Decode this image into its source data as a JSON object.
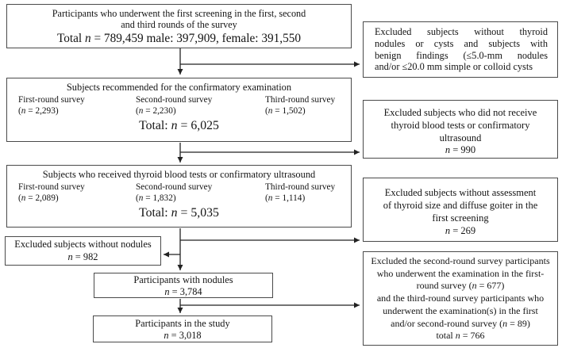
{
  "colors": {
    "background": "#ffffff",
    "box_border": "#4a4a4a",
    "arrow": "#222222",
    "text": "#141414"
  },
  "flow": {
    "box_screening": {
      "line1": "Participants who underwent the first screening in the first, second",
      "line2": "and third rounds of the survey",
      "total": "Total n = 789,459 male: 397,909, female: 391,550"
    },
    "box_recommended": {
      "title": "Subjects recommended for the confirmatory examination",
      "columns": [
        {
          "label": "First-round survey",
          "value": "(n = 2,293)"
        },
        {
          "label": "Second-round survey",
          "value": "(n = 2,230)"
        },
        {
          "label": "Third-round survey",
          "value": "(n = 1,502)"
        }
      ],
      "total": "Total: n = 6,025"
    },
    "box_received": {
      "title": "Subjects who received thyroid blood tests or confirmatory ultrasound",
      "columns": [
        {
          "label": "First-round survey",
          "value": "(n = 2,089)"
        },
        {
          "label": "Second-round survey",
          "value": "(n = 1,832)"
        },
        {
          "label": "Third-round survey",
          "value": "(n = 1,114)"
        }
      ],
      "total": "Total: n = 5,035"
    },
    "box_excluded_without_nodules": {
      "line1": "Excluded subjects without nodules",
      "line2": "n = 982"
    },
    "box_participants_with_nodules": {
      "line1": "Participants with nodules",
      "line2": "n = 3,784"
    },
    "box_participants_in_study": {
      "line1": "Participants in the study",
      "line2": "n = 3,018"
    }
  },
  "excluded_right": {
    "benign_findings": {
      "lines": [
        "Excluded subjects without thyroid",
        "nodules or cysts and subjects with",
        "benign findings (≤5.0-mm nodules",
        "and/or ≤20.0 mm simple or colloid cysts"
      ]
    },
    "no_blood_tests": {
      "lines": [
        "Excluded subjects who did not receive",
        "thyroid blood tests or confirmatory",
        "ultrasound",
        "n = 990"
      ]
    },
    "no_assessment": {
      "lines": [
        "Excluded subjects without assessment",
        "of thyroid size and diffuse goiter in the",
        "first screening",
        "n = 269"
      ]
    },
    "prior_examination": {
      "lines": [
        "Excluded the second-round survey participants",
        "who underwent the examination in the first-",
        "round survey (n = 677)",
        "and the third-round survey participants who",
        "underwent the examination(s) in the first",
        "and/or second-round survey (n = 89)",
        "total n = 766"
      ]
    }
  }
}
